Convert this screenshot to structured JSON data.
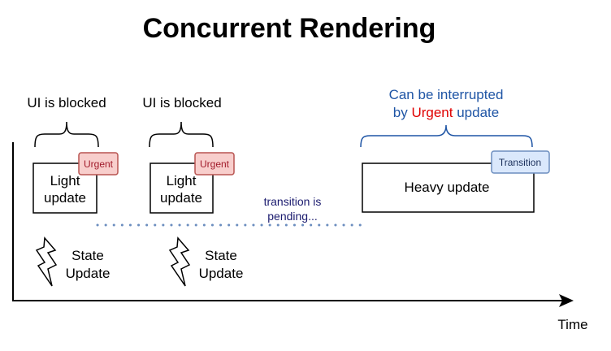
{
  "title": "Concurrent Rendering",
  "axis_label": "Time",
  "updates": [
    {
      "label_line1": "Light",
      "label_line2": "update",
      "badge": "Urgent",
      "brace_label": "UI is blocked",
      "trigger_line1": "State",
      "trigger_line2": "Update"
    },
    {
      "label_line1": "Light",
      "label_line2": "update",
      "badge": "Urgent",
      "brace_label": "UI is blocked",
      "trigger_line1": "State",
      "trigger_line2": "Update"
    }
  ],
  "heavy": {
    "label": "Heavy update",
    "badge": "Transition",
    "note_line1": "Can be interrupted",
    "note_line2_prefix": "by ",
    "note_line2_highlight": "Urgent",
    "note_line2_suffix": " update"
  },
  "pending_line1": "transition is",
  "pending_line2": "pending...",
  "colors": {
    "urgent_fill": "#f8cecc",
    "urgent_stroke": "#b85450",
    "transition_fill": "#dae8fc",
    "transition_stroke": "#6c8ebf",
    "note_text": "#1f55a5",
    "highlight_text": "#e00000",
    "pending_text": "#1a1a6e",
    "dots": "#6c8ebf"
  }
}
